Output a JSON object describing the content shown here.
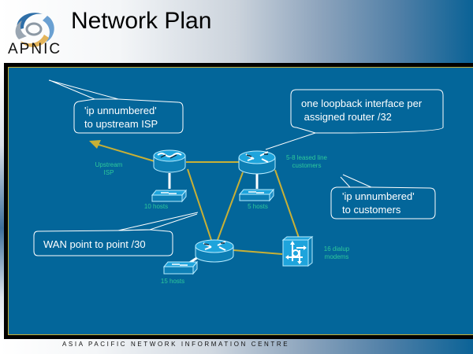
{
  "header": {
    "title": "Network Plan",
    "logo_text": "APNIC",
    "logo_icon": "apnic-swirl-logo"
  },
  "footer": {
    "text": "ASIA PACIFIC NETWORK INFORMATION CENTRE"
  },
  "colors": {
    "panel_bg": "#03669a",
    "link_color": "#c8b036",
    "label_color": "#2ec99a",
    "callout_color": "#ffffff",
    "device_color": "#1ea4dc"
  },
  "diagram": {
    "callouts": [
      {
        "id": "upstream",
        "lines": [
          "'ip unnumbered'",
          "to upstream ISP"
        ]
      },
      {
        "id": "loopback",
        "lines": [
          "one loopback interface per",
          " assigned router /32"
        ]
      },
      {
        "id": "customers",
        "lines": [
          "'ip unnumbered'",
          "to customers"
        ]
      },
      {
        "id": "wan",
        "lines": [
          "WAN point to point /30"
        ]
      }
    ],
    "nodes": [
      {
        "id": "router-left",
        "type": "router",
        "label": ""
      },
      {
        "id": "router-right",
        "type": "router",
        "label": ""
      },
      {
        "id": "router-bottom",
        "type": "router",
        "label": ""
      },
      {
        "id": "switch-left",
        "type": "switch",
        "label": "10 hosts"
      },
      {
        "id": "switch-right",
        "type": "switch",
        "label": "5 hosts"
      },
      {
        "id": "switch-bottom",
        "type": "switch",
        "label": "15 hosts"
      },
      {
        "id": "access-server",
        "type": "access-server",
        "label": "16 dialup modems"
      }
    ],
    "labels": {
      "upstream_line1": "Upstream",
      "upstream_line2": "ISP",
      "leased_line1": "5-8 leased line",
      "leased_line2": "customers",
      "switch_left": "10 hosts",
      "switch_right": "5 hosts",
      "switch_bottom": "15 hosts",
      "dialup_line1": "16 dialup",
      "dialup_line2": "modems"
    }
  }
}
